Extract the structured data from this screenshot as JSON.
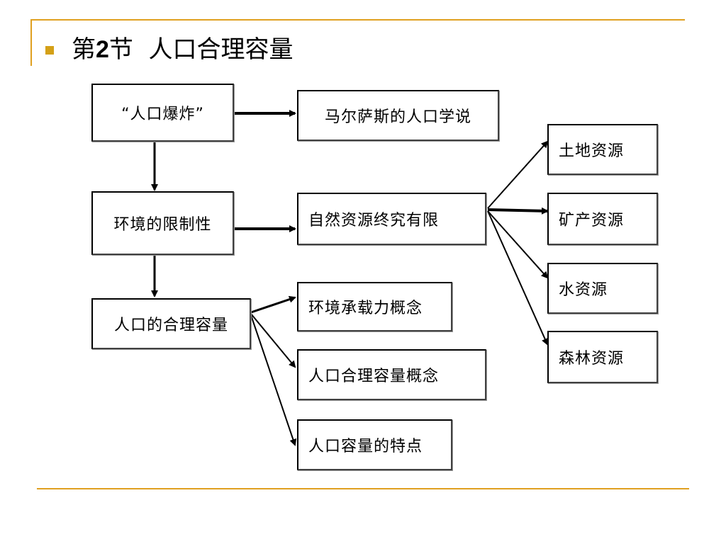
{
  "title": {
    "prefix": "第",
    "number": "2",
    "suffix": "节  人口合理容量"
  },
  "nodes": {
    "population_explosion": "“人口爆炸”",
    "malthus": "马尔萨斯的人口学说",
    "environment_limits": "环境的限制性",
    "natural_resources_limited": "自然资源终究有限",
    "land_resources": "土地资源",
    "mineral_resources": "矿产资源",
    "water_resources": "水资源",
    "forest_resources": "森林资源",
    "reasonable_capacity": "人口的合理容量",
    "carrying_capacity_concept": "环境承载力概念",
    "reasonable_capacity_concept": "人口合理容量概念",
    "capacity_features": "人口容量的特点"
  },
  "colors": {
    "accent_rule": "#e0a020",
    "bullet": "#d4a017",
    "box_border": "#000000",
    "arrow": "#000000"
  }
}
